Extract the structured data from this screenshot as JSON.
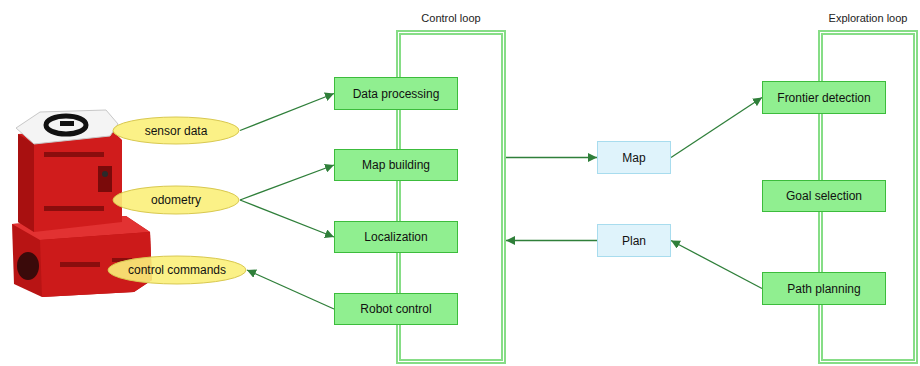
{
  "diagram": {
    "nodes": [
      {
        "text": [
          "sensor data"
        ]
      },
      {
        "text": [
          "odometry"
        ]
      },
      {
        "text": [
          "control commands"
        ]
      },
      {
        "text": [
          "Control loop"
        ]
      },
      {
        "text": [
          "Data processing"
        ],
        "in": 3
      },
      {
        "text": [
          "Map building"
        ],
        "in": 3
      },
      {
        "text": [
          "Localization"
        ],
        "in": 3
      },
      {
        "text": [
          "Robot control"
        ],
        "in": 3
      },
      {
        "text": [
          "Map"
        ]
      },
      {
        "text": [
          "Plan"
        ]
      },
      {
        "text": [
          "Exploration loop"
        ]
      },
      {
        "text": [
          "Frontier detection"
        ],
        "in": 10
      },
      {
        "text": [
          "Goal selection"
        ],
        "in": 10
      },
      {
        "text": [
          "Path planning"
        ],
        "in": 10
      }
    ],
    "edges": [
      {
        "from": 0,
        "to": 4,
        "arrow": "to"
      },
      {
        "from": 1,
        "to": 5,
        "arrow": "to"
      },
      {
        "from": 1,
        "to": 6,
        "arrow": "to"
      },
      {
        "from": 7,
        "to": 2,
        "arrow": "to"
      },
      {
        "from": 3,
        "to": 8,
        "arrow": "to"
      },
      {
        "from": 8,
        "to": 11,
        "arrow": "to"
      },
      {
        "from": 13,
        "to": 9,
        "arrow": "to"
      },
      {
        "from": 9,
        "to": 3,
        "arrow": "to"
      }
    ]
  }
}
